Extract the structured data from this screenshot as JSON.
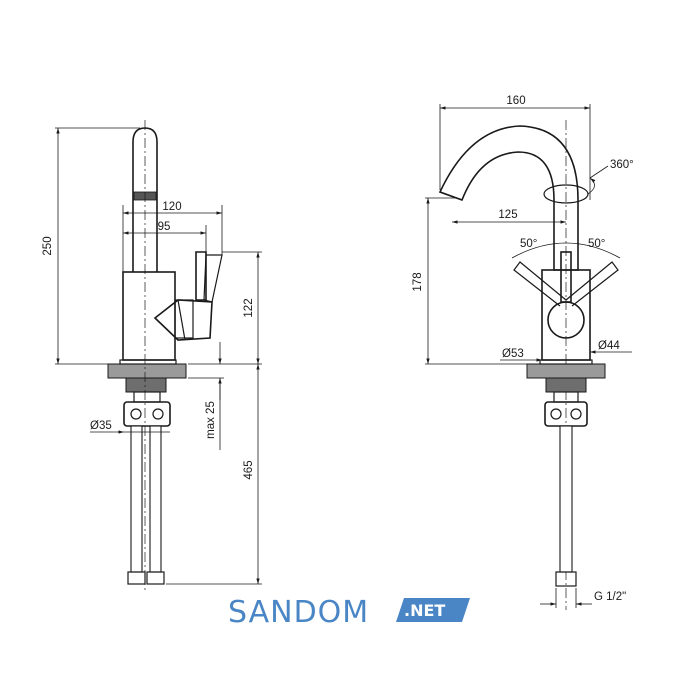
{
  "dimensions": {
    "side_view": {
      "height_total": "250",
      "reach_handle": "120",
      "reach_spout": "95",
      "body_height": "122",
      "max_deck": "max 25",
      "hose_dia": "Ø35",
      "hose_length": "465"
    },
    "front_view": {
      "width_total": "160",
      "rotation": "360°",
      "reach": "125",
      "height": "178",
      "angle_left": "50°",
      "angle_right": "50°",
      "base_dia": "Ø53",
      "body_dia": "Ø44",
      "thread": "G 1/2\""
    }
  },
  "logo": {
    "name": "SANDOM",
    "suffix": ".NET",
    "color": "#4a86c5"
  }
}
